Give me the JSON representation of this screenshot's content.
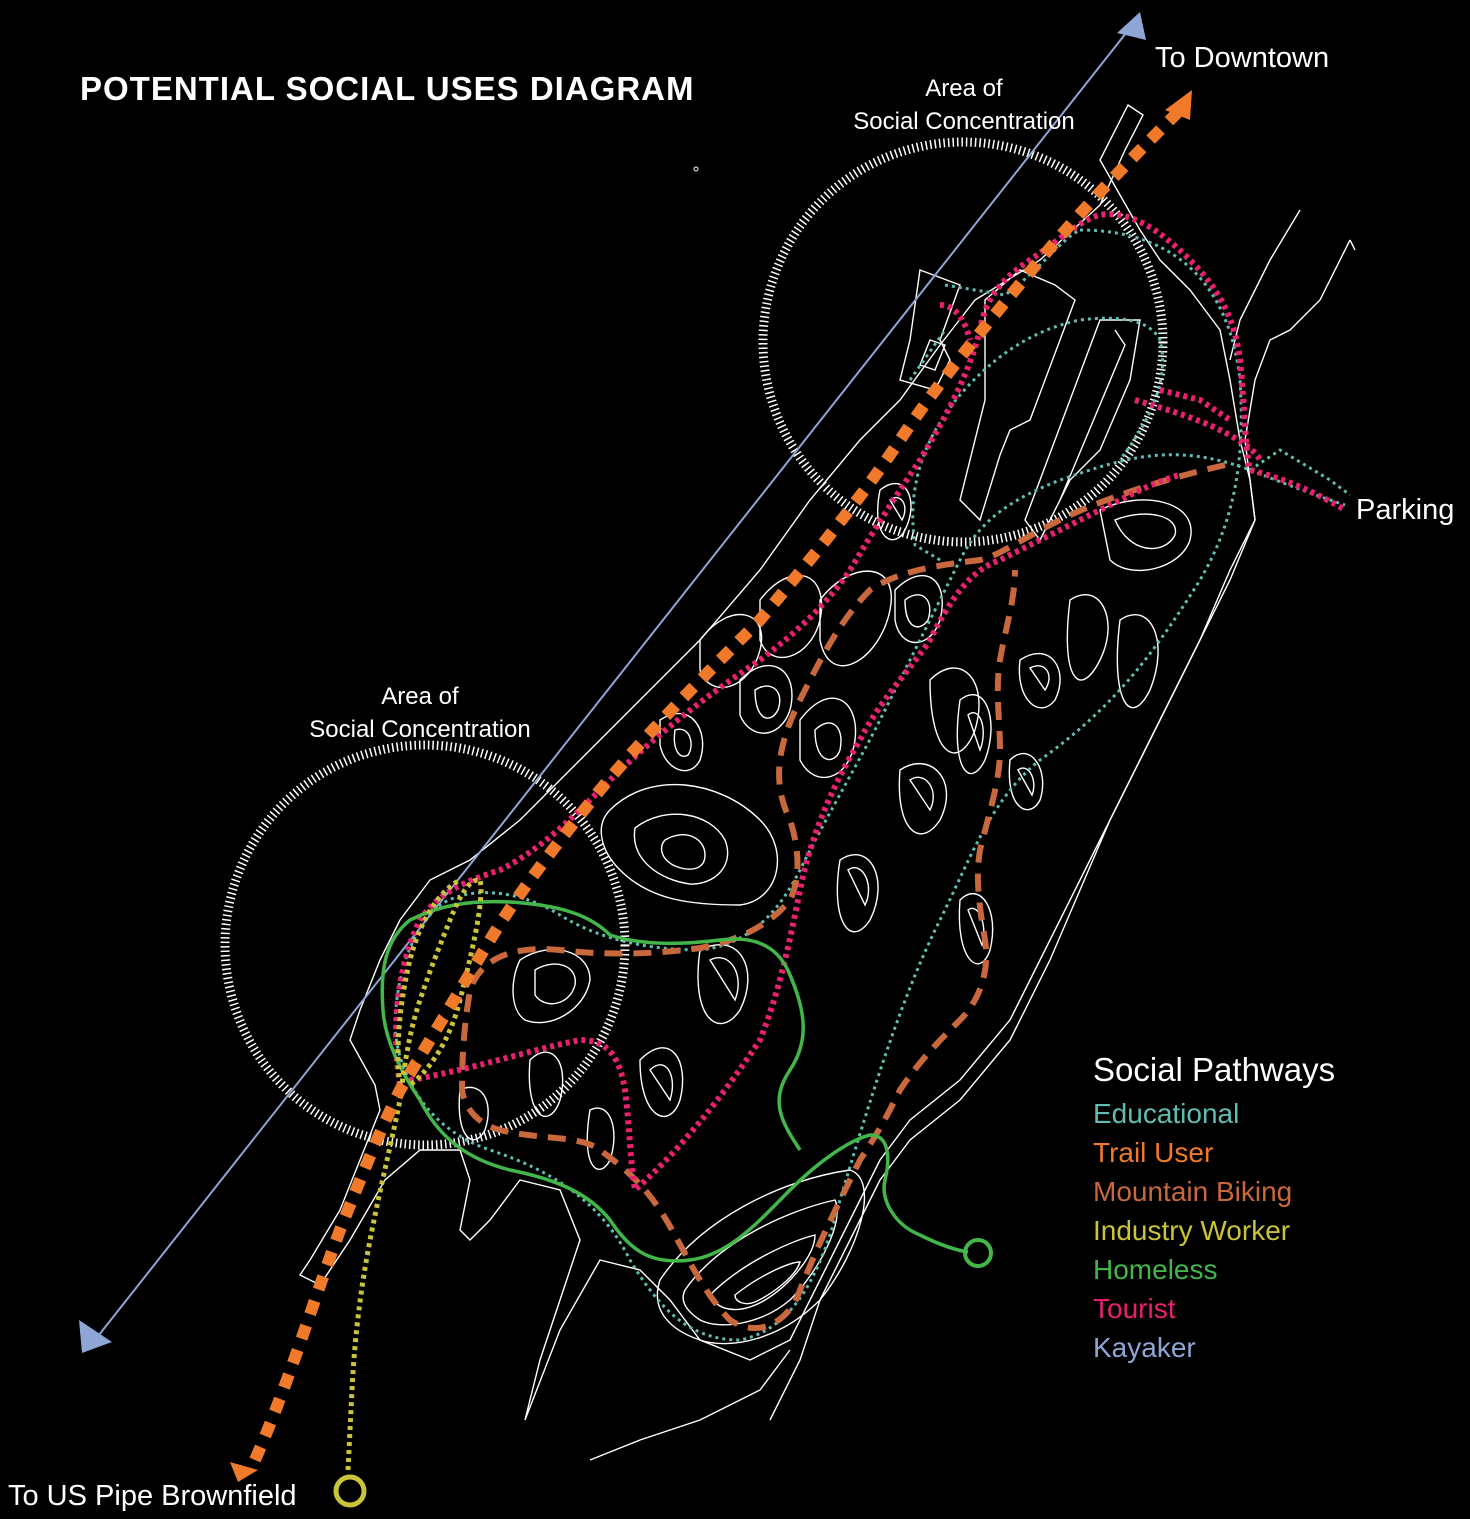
{
  "title": "POTENTIAL SOCIAL USES DIAGRAM",
  "labels": {
    "to_downtown": "To Downtown",
    "to_brownfield": "To US Pipe Brownfield",
    "parking": "Parking",
    "area_line1": "Area of",
    "area_line2": "Social Concentration"
  },
  "legend": {
    "title": "Social Pathways",
    "items": [
      {
        "key": "educational",
        "label": "Educational",
        "color": "#5fbdb1"
      },
      {
        "key": "trail",
        "label": "Trail User",
        "color": "#f07a2a"
      },
      {
        "key": "biking",
        "label": "Mountain Biking",
        "color": "#c8683c"
      },
      {
        "key": "industry",
        "label": "Industry Worker",
        "color": "#c9c43a"
      },
      {
        "key": "homeless",
        "label": "Homeless",
        "color": "#43b649"
      },
      {
        "key": "tourist",
        "label": "Tourist",
        "color": "#e7216f"
      },
      {
        "key": "kayaker",
        "label": "Kayaker",
        "color": "#8ea6d6"
      }
    ]
  },
  "colors": {
    "background": "#000000",
    "linework": "#ffffff"
  }
}
